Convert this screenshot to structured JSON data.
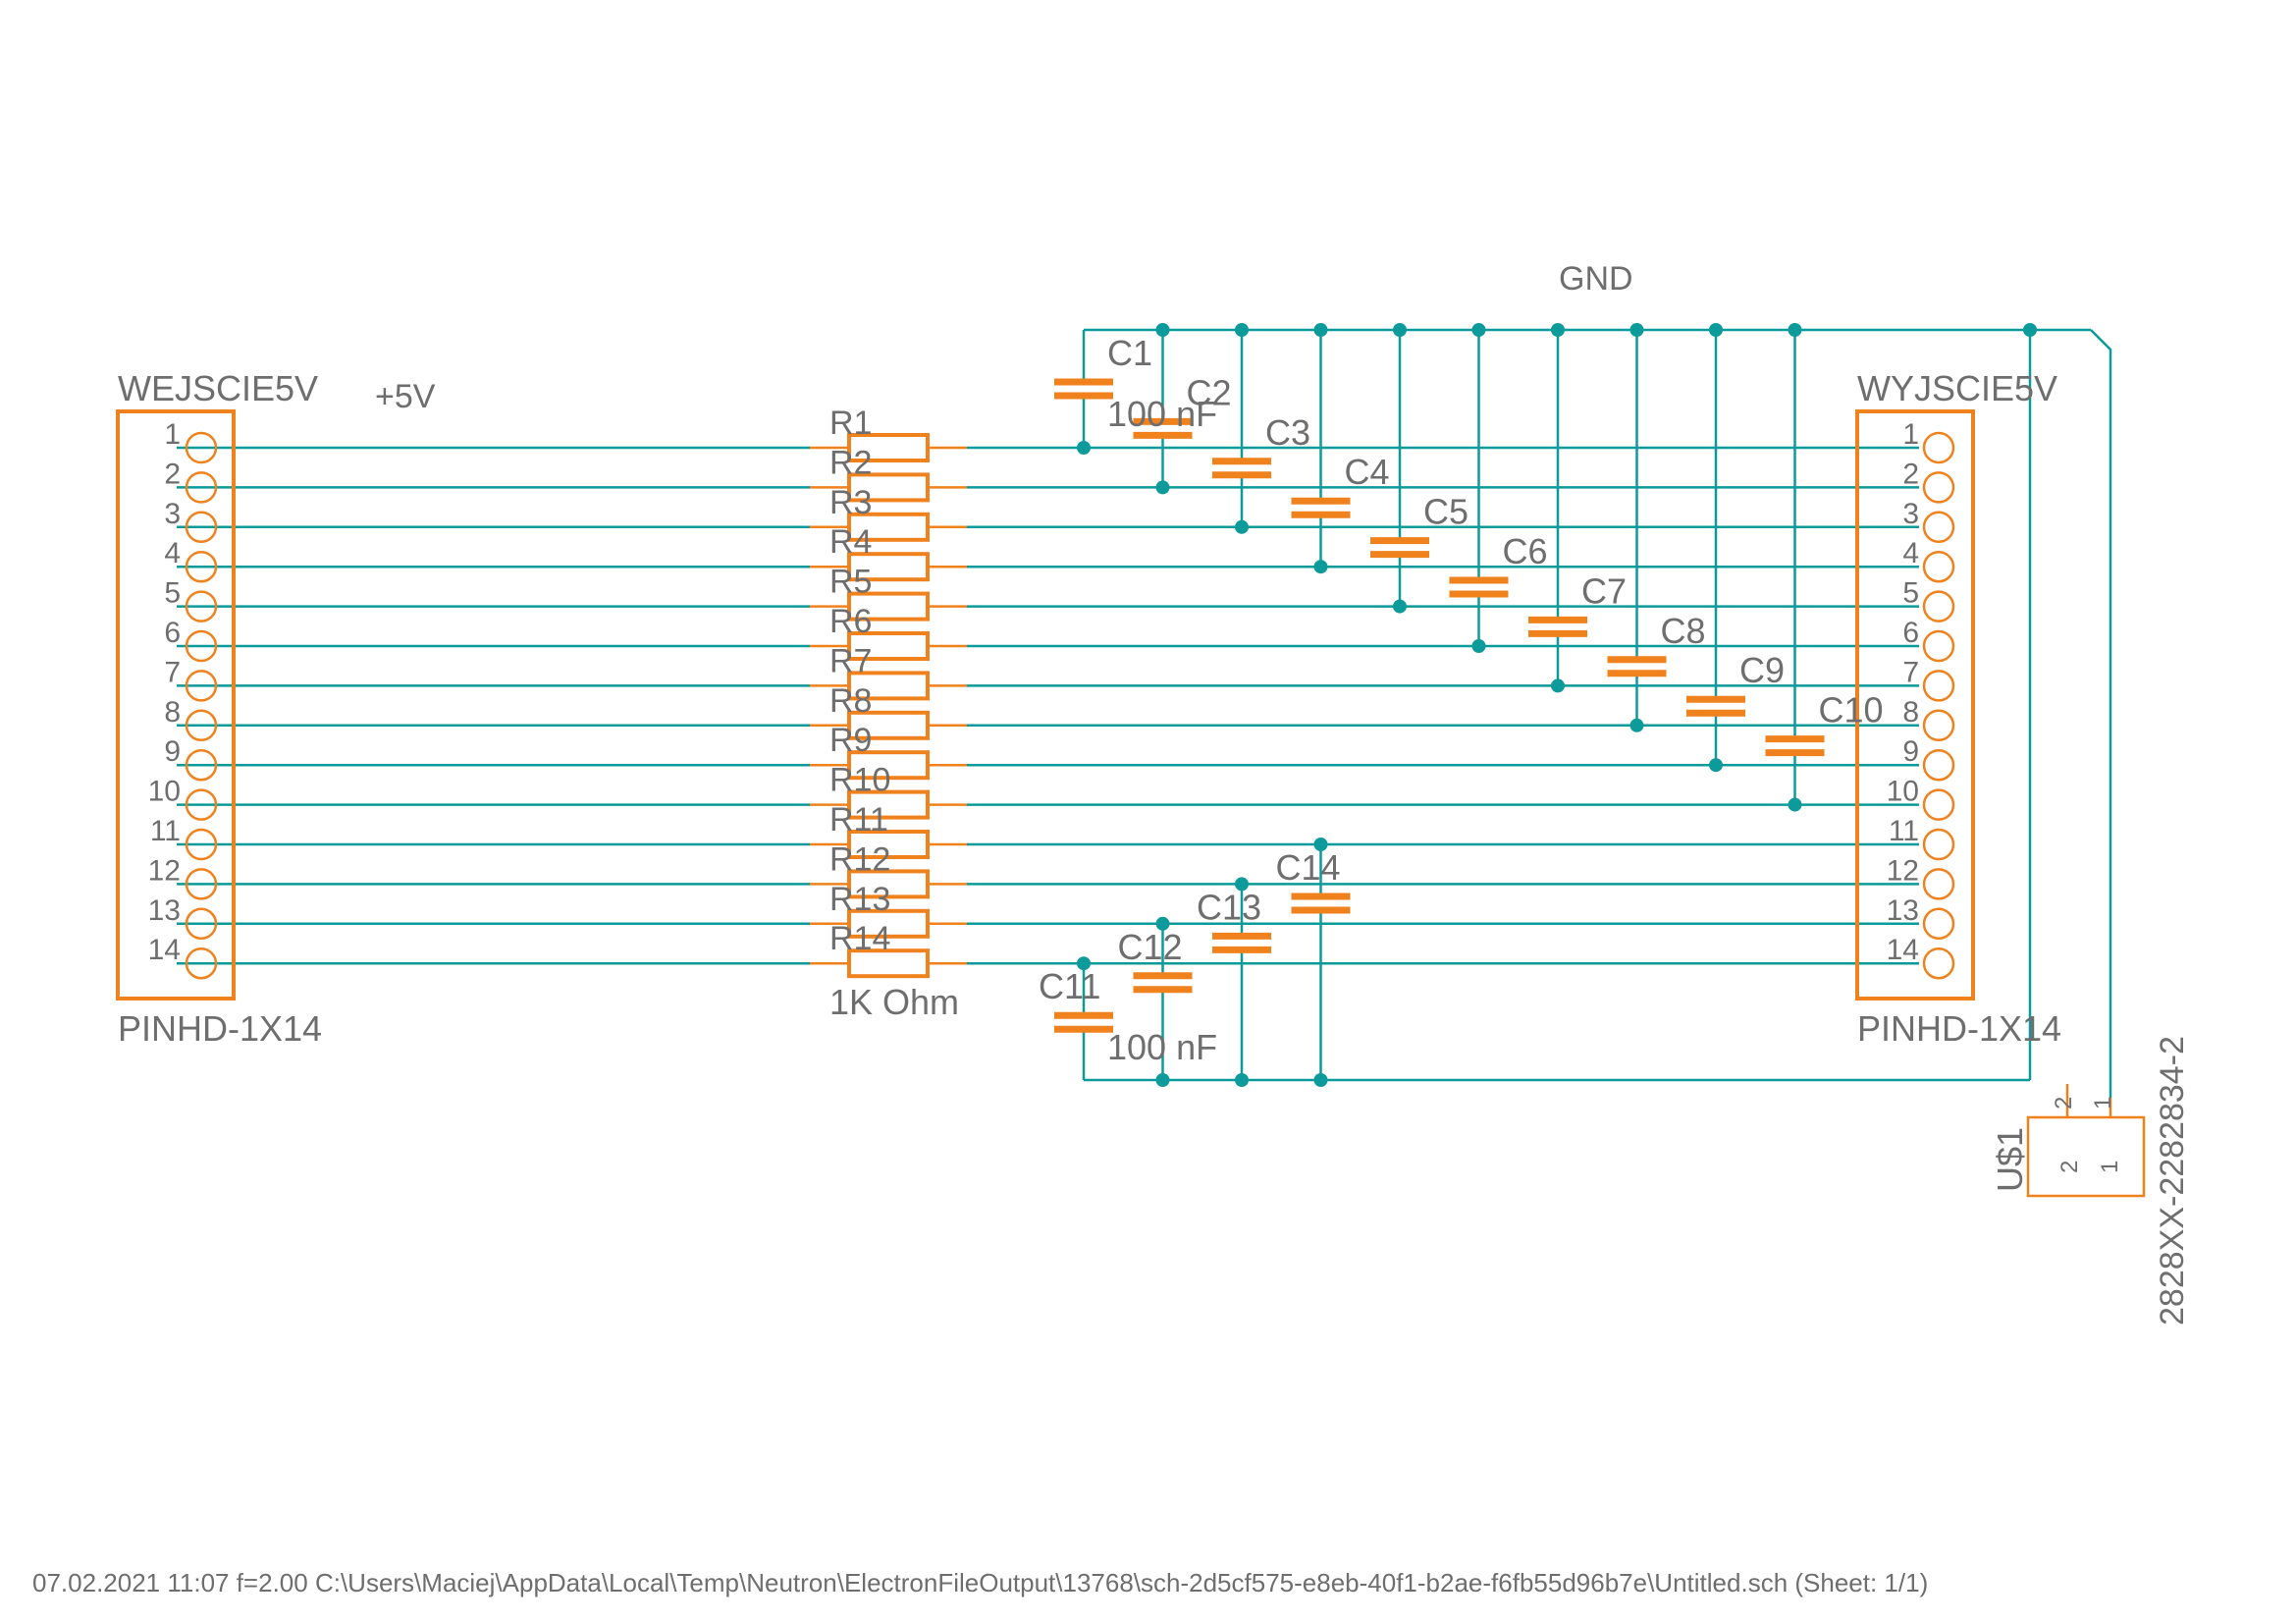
{
  "headers": {
    "left": {
      "name": "WEJSCIE5V",
      "value": "PINHD-1X14",
      "pins": [
        "1",
        "2",
        "3",
        "4",
        "5",
        "6",
        "7",
        "8",
        "9",
        "10",
        "11",
        "12",
        "13",
        "14"
      ]
    },
    "right": {
      "name": "WYJSCIE5V",
      "value": "PINHD-1X14",
      "pins": [
        "1",
        "2",
        "3",
        "4",
        "5",
        "6",
        "7",
        "8",
        "9",
        "10",
        "11",
        "12",
        "13",
        "14"
      ]
    }
  },
  "net_labels": {
    "supply": "+5V",
    "ground": "GND"
  },
  "resistors": {
    "names": [
      "R1",
      "R2",
      "R3",
      "R4",
      "R5",
      "R6",
      "R7",
      "R8",
      "R9",
      "R10",
      "R11",
      "R12",
      "R13",
      "R14"
    ],
    "value": "1K Ohm"
  },
  "capacitors": {
    "top": [
      {
        "name": "C1",
        "value": "100 nF",
        "row": 1
      },
      {
        "name": "C2",
        "row": 2
      },
      {
        "name": "C3",
        "row": 3
      },
      {
        "name": "C4",
        "row": 4
      },
      {
        "name": "C5",
        "row": 5
      },
      {
        "name": "C6",
        "row": 6
      },
      {
        "name": "C7",
        "row": 7
      },
      {
        "name": "C8",
        "row": 8
      },
      {
        "name": "C9",
        "row": 9
      },
      {
        "name": "C10",
        "row": 10
      }
    ],
    "bottom": [
      {
        "name": "C11",
        "value": "100 nF",
        "row": 14
      },
      {
        "name": "C12",
        "row": 13
      },
      {
        "name": "C13",
        "row": 12
      },
      {
        "name": "C14",
        "row": 11
      }
    ]
  },
  "connector": {
    "name": "U$1",
    "value": "2828XX-2282834-2",
    "pins": [
      "2",
      "1"
    ]
  },
  "footer": "07.02.2021 11:07  f=2.00  C:\\Users\\Maciej\\AppData\\Local\\Temp\\Neutron\\ElectronFileOutput\\13768\\sch-2d5cf575-e8eb-40f1-b2ae-f6fb55d96b7e\\Untitled.sch (Sheet: 1/1)"
}
